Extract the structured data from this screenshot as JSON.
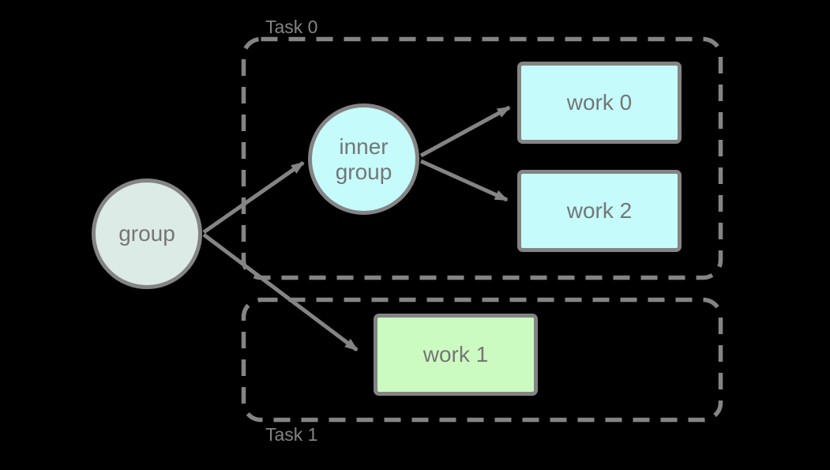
{
  "diagram": {
    "background_color": "#000000",
    "stroke_color": "#848484",
    "node_text_color": "#767676",
    "task_label_color": "#848484",
    "tasks": [
      {
        "label": "Task 0",
        "label_position": "top-left"
      },
      {
        "label": "Task 1",
        "label_position": "bottom-left"
      }
    ],
    "nodes": {
      "group": {
        "label": "group",
        "shape": "circle",
        "fill": "#dcebe5"
      },
      "inner_group": {
        "label": "inner group",
        "line1": "inner",
        "line2": "group",
        "shape": "circle",
        "fill": "#c5fbfb",
        "task": "Task 0"
      },
      "work0": {
        "label": "work 0",
        "shape": "rect",
        "fill": "#c5fbfb",
        "task": "Task 0"
      },
      "work2": {
        "label": "work 2",
        "shape": "rect",
        "fill": "#c5fbfb",
        "task": "Task 0"
      },
      "work1": {
        "label": "work 1",
        "shape": "rect",
        "fill": "#ccfbc2",
        "task": "Task 1"
      }
    },
    "edges": [
      {
        "from": "group",
        "to": "inner group"
      },
      {
        "from": "group",
        "to": "work 1"
      },
      {
        "from": "inner group",
        "to": "work 0"
      },
      {
        "from": "inner group",
        "to": "work 2"
      }
    ]
  }
}
